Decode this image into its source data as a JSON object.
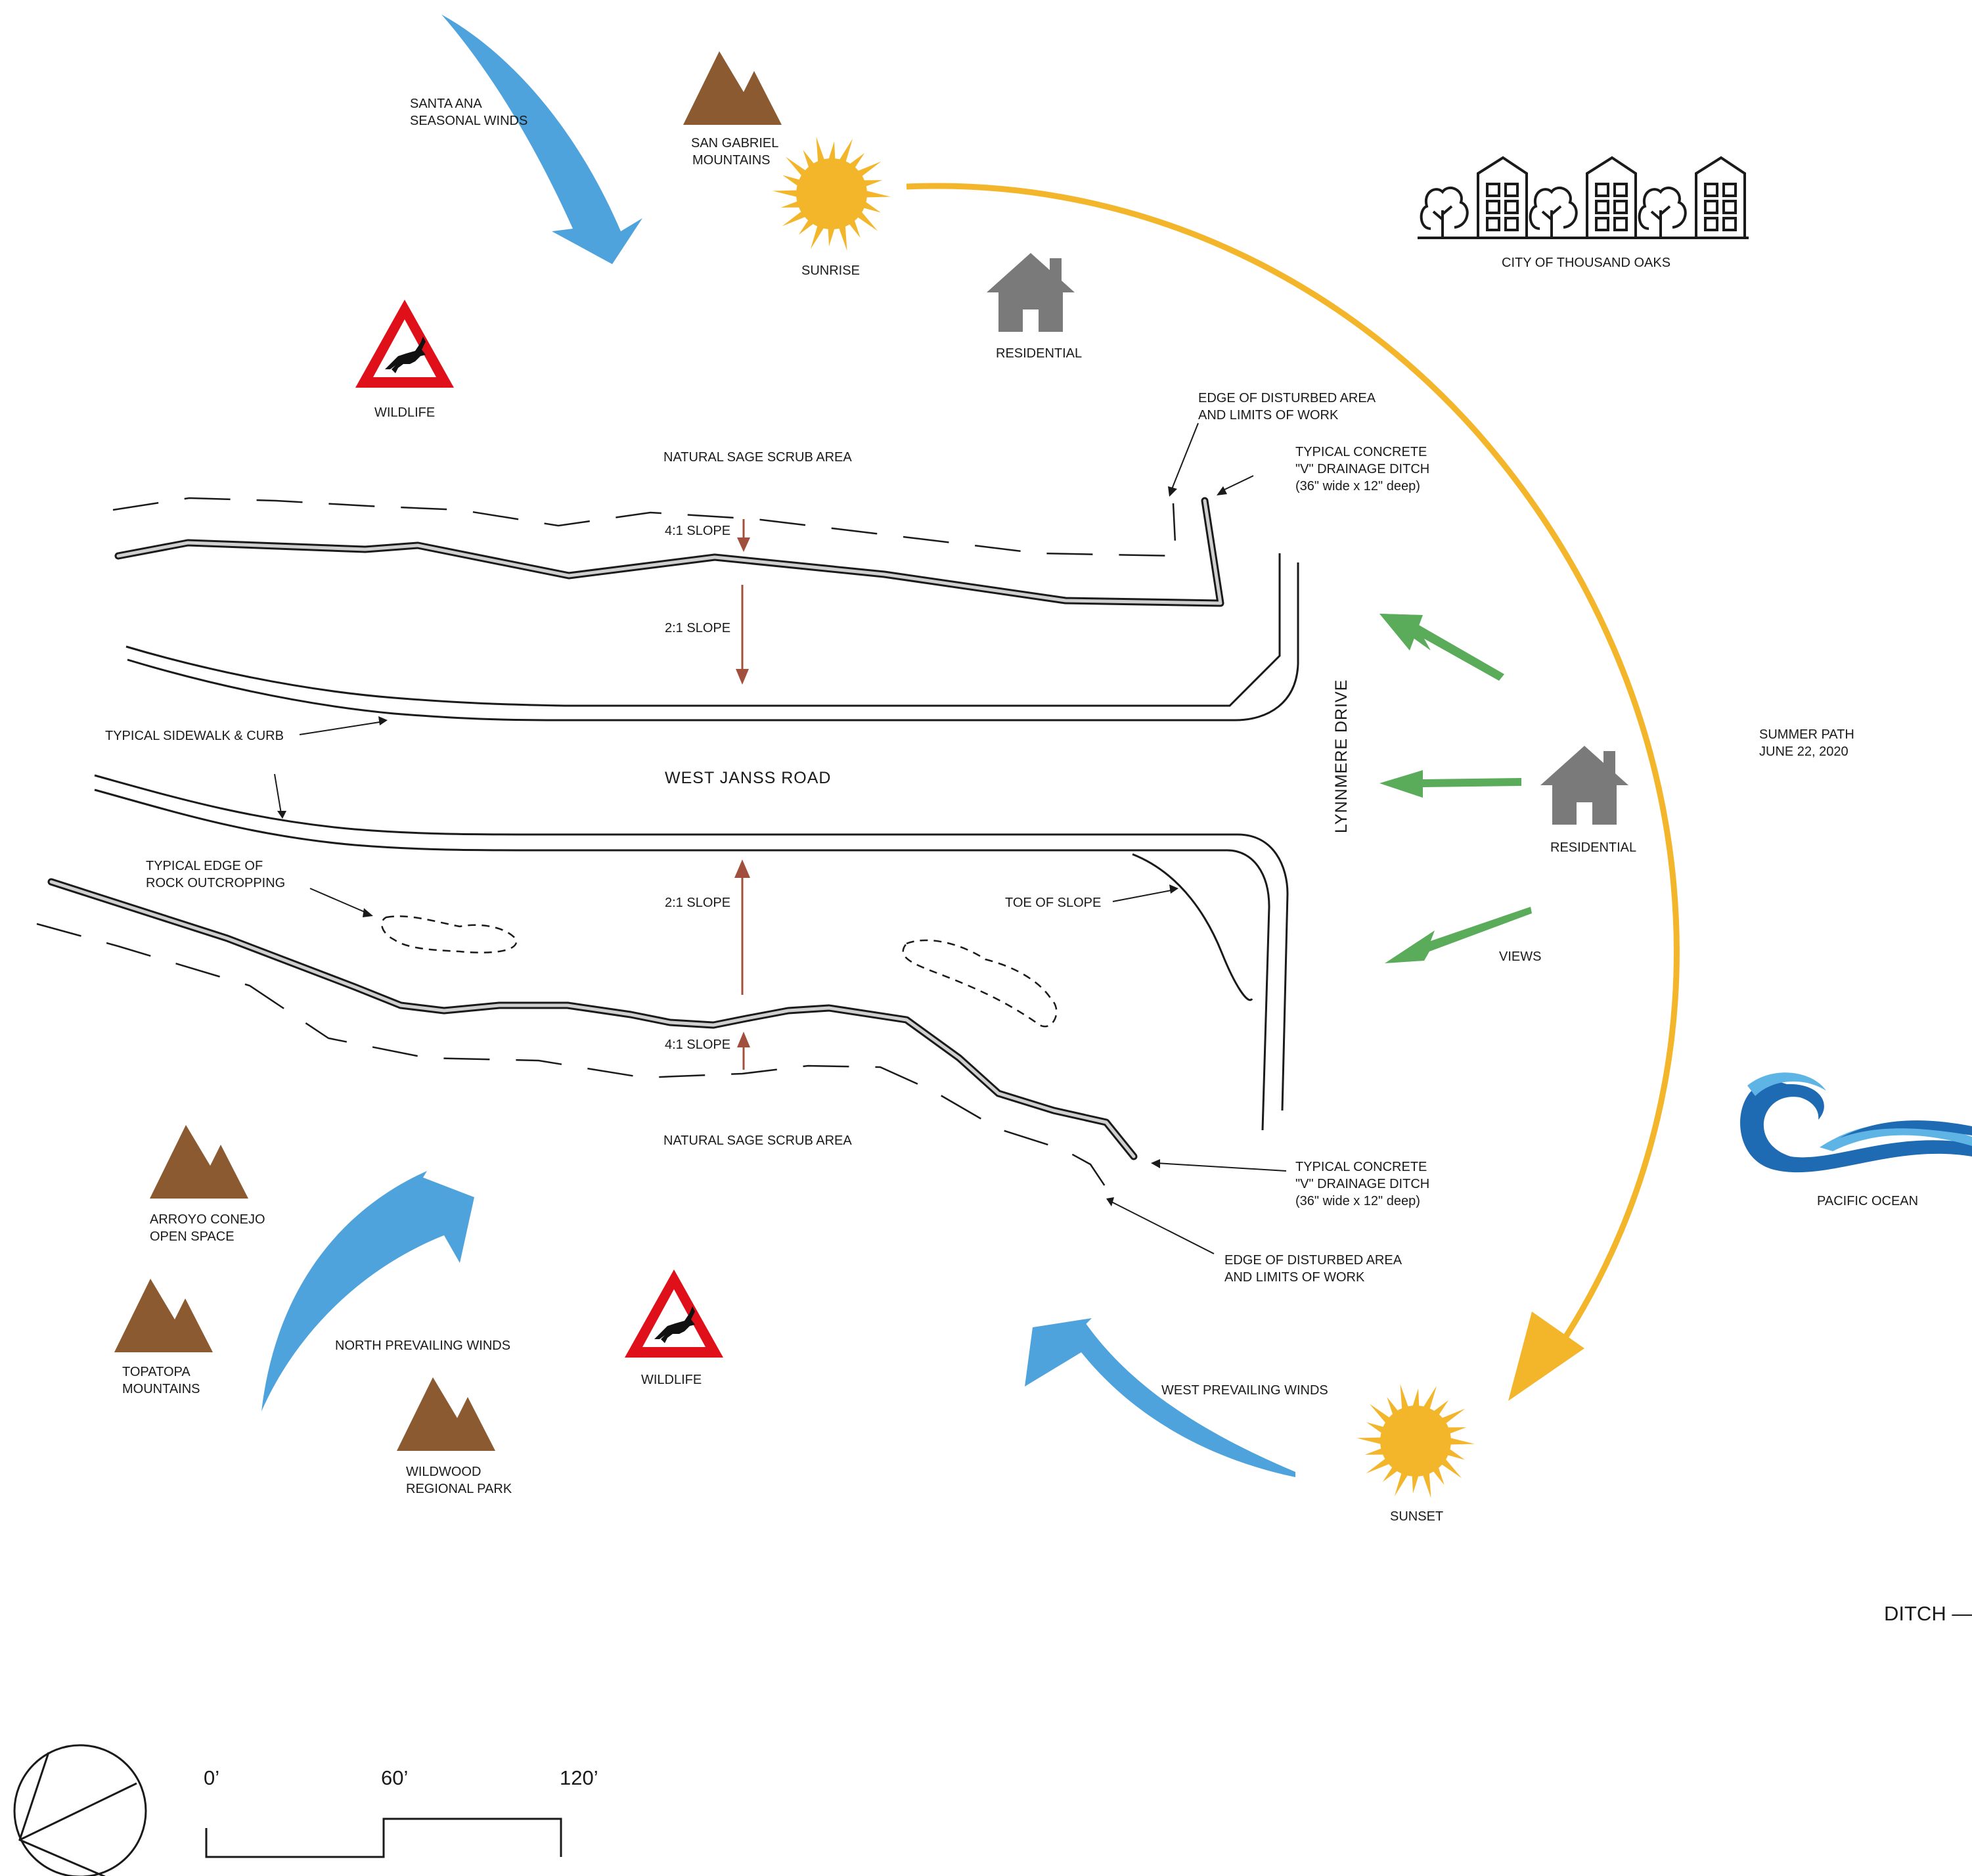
{
  "labels": {
    "santa_ana": [
      "SANTA ANA",
      "SEASONAL WINDS"
    ],
    "san_gabriel": [
      "SAN GABRIEL",
      "MOUNTAINS"
    ],
    "sunrise": "SUNRISE",
    "city": "CITY OF THOUSAND OAKS",
    "residential_top": "RESIDENTIAL",
    "wildlife_top": "WILDLIFE",
    "edge_top": [
      "EDGE OF DISTURBED AREA",
      "AND LIMITS OF WORK"
    ],
    "ditch_top": [
      "TYPICAL CONCRETE",
      "\"V\" DRAINAGE DITCH",
      "(36\" wide x 12\" deep)"
    ],
    "sage_top": "NATURAL SAGE SCRUB AREA",
    "slope_41_top": "4:1 SLOPE",
    "slope_21_top": "2:1 SLOPE",
    "sidewalk": "TYPICAL SIDEWALK & CURB",
    "road": "WEST   JANSS   ROAD",
    "drive": "LYNNMERE  DRIVE",
    "summer_path": [
      "SUMMER PATH",
      "JUNE 22, 2020"
    ],
    "residential_right": "RESIDENTIAL",
    "rock_edge": [
      "TYPICAL EDGE OF",
      "ROCK OUTCROPPING"
    ],
    "slope_21_bot": "2:1 SLOPE",
    "toe_slope": "TOE OF SLOPE",
    "views": "VIEWS",
    "slope_41_bot": "4:1 SLOPE",
    "sage_bot": "NATURAL SAGE SCRUB AREA",
    "ditch_bot": [
      "TYPICAL CONCRETE",
      "\"V\" DRAINAGE DITCH",
      "(36\" wide x 12\" deep)"
    ],
    "pacific": "PACIFIC OCEAN",
    "arroyo": [
      "ARROYO CONEJO",
      "OPEN SPACE"
    ],
    "edge_bot": [
      "EDGE OF DISTURBED AREA",
      "AND LIMITS OF WORK"
    ],
    "topatopa": [
      "TOPATOPA",
      "MOUNTAINS"
    ],
    "north_winds": "NORTH PREVAILING  WINDS",
    "wildlife_bot": "WILDLIFE",
    "west_winds": "WEST PREVAILING  WINDS",
    "wildwood": [
      "WILDWOOD",
      "REGIONAL PARK"
    ],
    "sunset": "SUNSET",
    "ditch_cut": "DITCH  —",
    "scale": [
      "0’",
      "60’",
      "120’"
    ]
  },
  "icons": {
    "mountain": "mountain-icon",
    "sun": "sun-icon",
    "house": "house-icon",
    "wildlife": "wildlife-crossing-sign-icon",
    "city": "city-skyline-icon",
    "ocean": "ocean-wave-icon",
    "north": "north-arrow-icon"
  },
  "colors": {
    "wind": "#4fa3dc",
    "sun": "#f3b62b",
    "sun_path": "#f3b62b",
    "mountain": "#8b5a30",
    "house": "#7a7a7a",
    "views": "#5aac5a",
    "slope_arrow": "#a0503c",
    "sign_red": "#e0101a",
    "ocean_dark": "#1e6ab3",
    "ocean_light": "#5fb4e6"
  }
}
